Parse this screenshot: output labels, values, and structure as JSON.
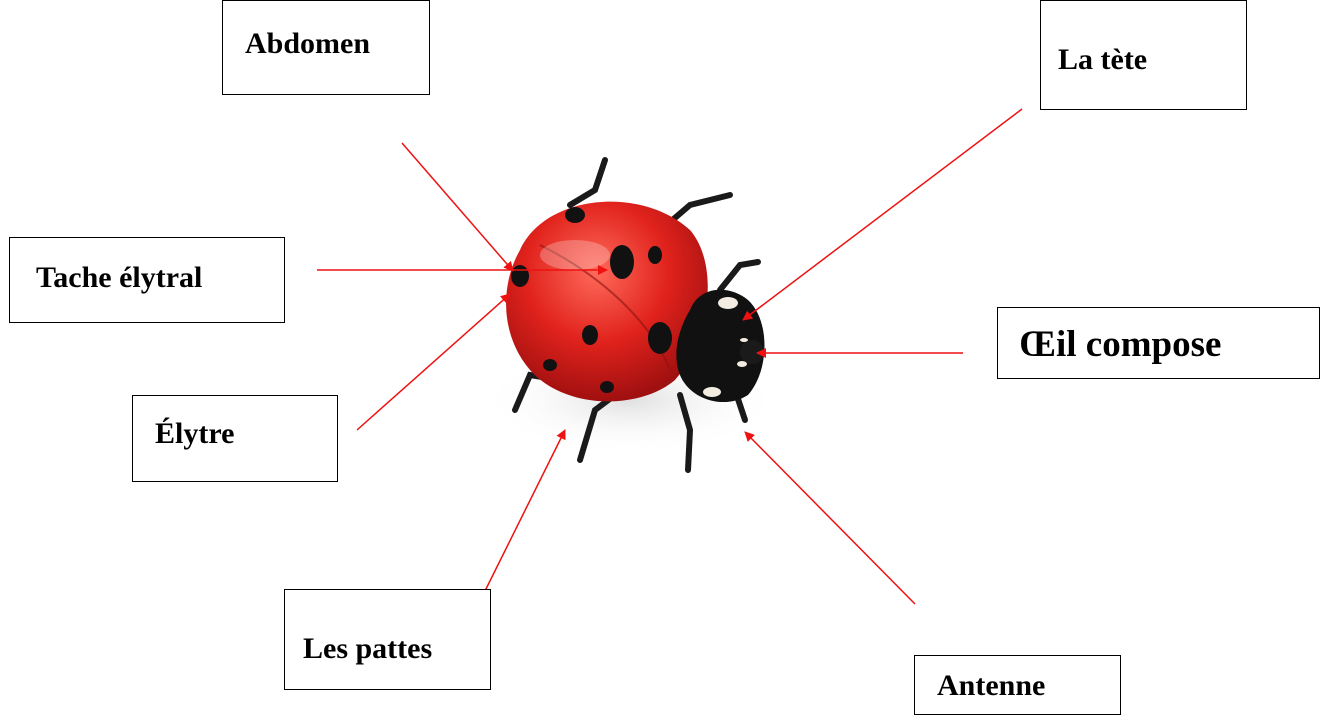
{
  "labels": {
    "abdomen": "Abdomen",
    "tete": "La tète",
    "tache": "Tache élytral",
    "oeil": "Œil compose",
    "elytre": "Élytre",
    "pattes": "Les pattes",
    "antenne": "Antenne"
  },
  "colors": {
    "arrow": "#ee1111",
    "ladybug_red": "#e0221c",
    "ladybug_black": "#111111",
    "border": "#000000"
  }
}
